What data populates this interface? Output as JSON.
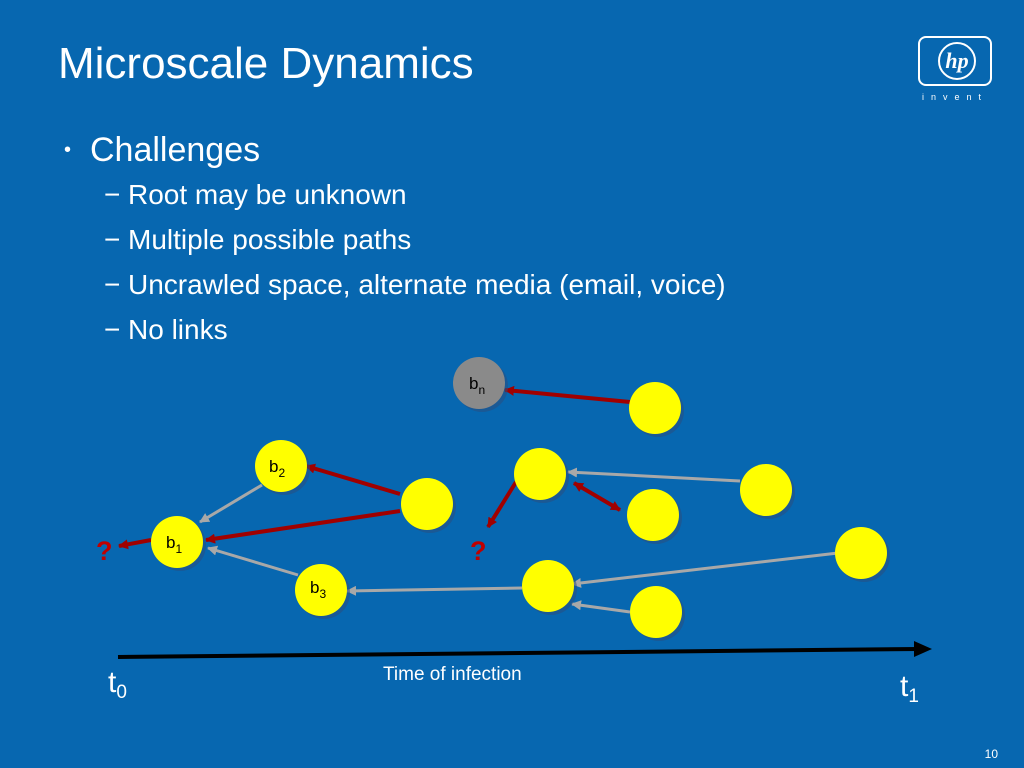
{
  "title": "Microscale Dynamics",
  "logo": {
    "mark": "hp",
    "tagline": "invent"
  },
  "bullets": {
    "main": "Challenges",
    "sub": [
      "Root may be unknown",
      "Multiple possible paths",
      "Uncrawled space, alternate media (email, voice)",
      "No links"
    ]
  },
  "diagram": {
    "nodes": [
      {
        "label_base": "b",
        "label_sub": "n",
        "color": "#808080"
      },
      {
        "label_base": "b",
        "label_sub": "2",
        "color": "#FFFF00"
      },
      {
        "label_base": "b",
        "label_sub": "1",
        "color": "#FFFF00"
      },
      {
        "label_base": "b",
        "label_sub": "3",
        "color": "#FFFF00"
      }
    ],
    "unknown_marks": [
      "?",
      "?"
    ],
    "axis_label": "Time of infection",
    "t_start": {
      "base": "t",
      "sub": "0"
    },
    "t_end": {
      "base": "t",
      "sub": "1"
    }
  },
  "colors": {
    "background": "#0767B0",
    "node": "#FFFF00",
    "root_node": "#808080",
    "link_red": "#A00000",
    "link_gray": "#909090"
  },
  "page_number": "10"
}
